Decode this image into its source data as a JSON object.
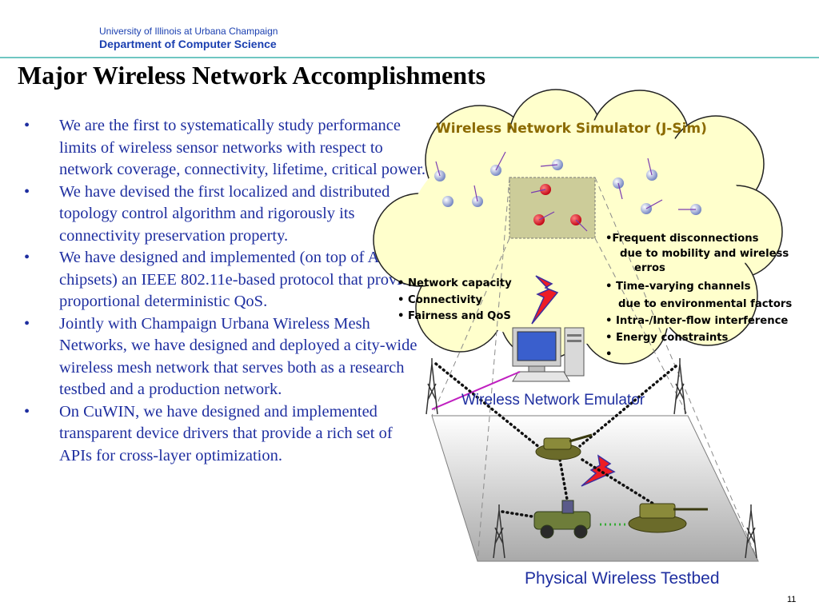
{
  "header": {
    "university": "University of Illinois at Urbana Champaign",
    "department": "Department of Computer Science"
  },
  "title": "Major Wireless Network Accomplishments",
  "bullets": [
    "We are the first to systematically study performance limits of wireless sensor networks with respect to network coverage, connectivity, lifetime, critical power.",
    "We have devised the first localized and distributed topology control algorithm and rigorously its connectivity preservation property.",
    "We have designed and implemented (on top of Atheros chipsets)  an IEEE 802.11e-based protocol that provides proportional deterministic QoS.",
    "Jointly with Champaign Urbana Wireless Mesh Networks, we have designed and deployed a city-wide wireless mesh network that serves both as a research testbed and a production network.",
    "On CuWIN, we have designed and implemented transparent device drivers that provide a rich set of APIs for cross-layer optimization."
  ],
  "bullet_marker": "•",
  "diagram": {
    "simulator_title": "Wireless Network Simulator (J-Sim)",
    "left_list": [
      "• Network capacity",
      "• Connectivity",
      "• Fairness and QoS"
    ],
    "right_list": [
      "•Frequent disconnections",
      "due to mobility and wireless erros",
      "• Time-varying channels",
      "due to environmental factors",
      "• Intra-/Inter-flow interference",
      "• Energy constraints",
      "•"
    ],
    "emulator_label": "Wireless Network Emulator",
    "testbed_label": "Physical Wireless Testbed"
  },
  "page_number": "11",
  "colors": {
    "heading_blue": "#1a3fb0",
    "body_blue": "#1f2fa0",
    "rule": "#6fc7c2",
    "cloud_fill": "#ffffcc",
    "sim_title": "#8b6a00",
    "node_gray": "#9eaad2",
    "node_red": "#d42026",
    "lightning": "#ee1c24"
  },
  "icons": [
    "cloud-shape",
    "sensor-node-icon",
    "desktop-computer-icon",
    "lightning-bolt-icon",
    "antenna-tower-icon",
    "tank-icon",
    "jeep-icon"
  ]
}
